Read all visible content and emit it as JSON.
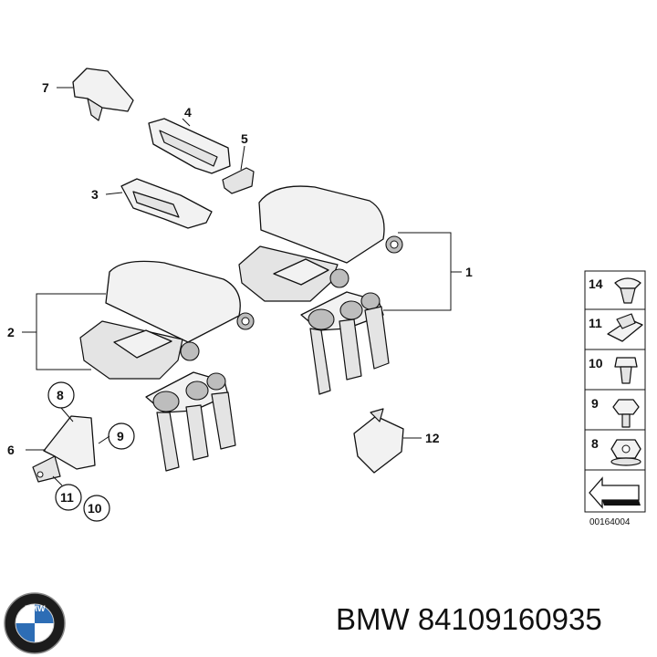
{
  "callouts": {
    "c1": "1",
    "c2": "2",
    "c3": "3",
    "c4": "4",
    "c5": "5",
    "c6": "6",
    "c7": "7",
    "c8": "8",
    "c9": "9",
    "c10": "10",
    "c11": "11",
    "c12": "12"
  },
  "legend": {
    "items": [
      "14",
      "11",
      "10",
      "9",
      "8"
    ],
    "code": "00164004"
  },
  "brand": {
    "logo_text": "BMW",
    "caption": "BMW 84109160935"
  }
}
